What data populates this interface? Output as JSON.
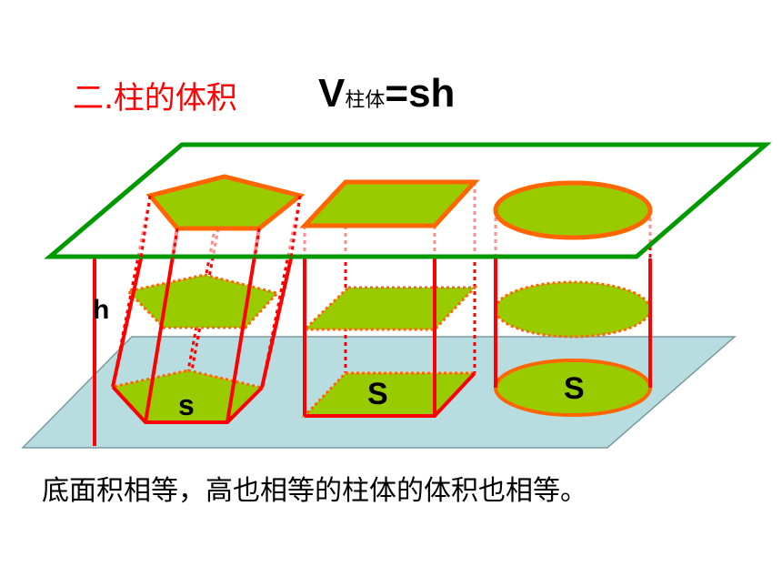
{
  "title": "二.柱的体积",
  "formula": {
    "v": "V",
    "sub": "柱体",
    "rest": "=sh"
  },
  "labels": {
    "h": "h",
    "s_small": "s",
    "s_prism": "S",
    "s_cylinder": "S"
  },
  "caption": "底面积相等，高也相等的柱体的体积也相等。",
  "colors": {
    "title": "#ff0000",
    "plane_top": "#009900",
    "plane_bottom": "#b8dde0",
    "face_fill": "#99cc00",
    "face_stroke": "#ff6600",
    "edge": "#ff0000"
  }
}
